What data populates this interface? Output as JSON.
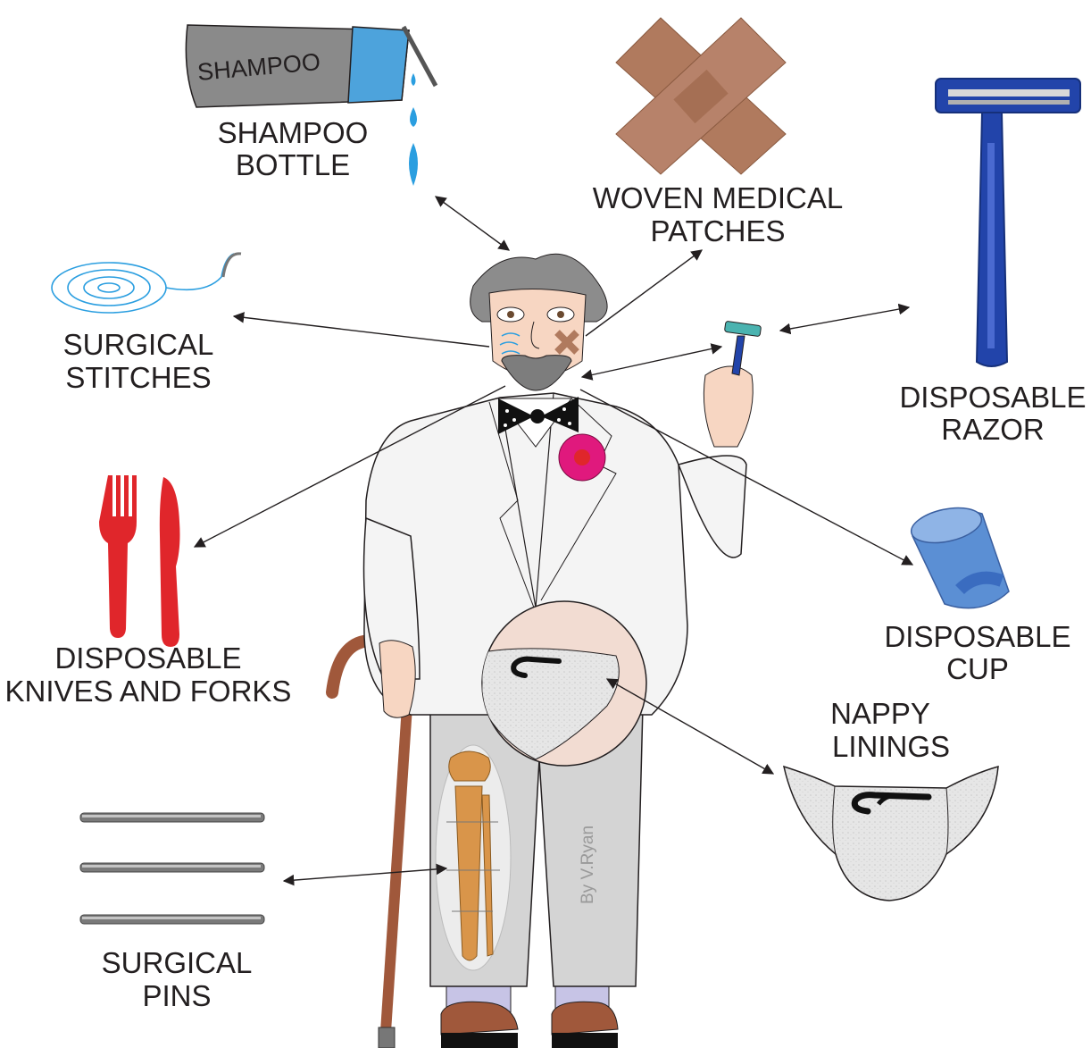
{
  "labels": {
    "shampoo": [
      "SHAMPOO",
      "BOTTLE"
    ],
    "patches": [
      "WOVEN MEDICAL",
      "PATCHES"
    ],
    "razor": [
      "DISPOSABLE",
      "RAZOR"
    ],
    "stitches": [
      "SURGICAL",
      "STITCHES"
    ],
    "cutlery": [
      "DISPOSABLE",
      "KNIVES AND FORKS"
    ],
    "cup": [
      "DISPOSABLE",
      "CUP"
    ],
    "nappy": [
      "NAPPY",
      "LININGS"
    ],
    "pins": [
      "SURGICAL",
      "PINS"
    ]
  },
  "bottle_text": "SHAMPOO",
  "signature": "By V.Ryan",
  "colors": {
    "outline": "#231f20",
    "hair_grey": "#8c8c8c",
    "shampoo_blue": "#4da3dc",
    "patch_brown": "#b07a5e",
    "razor_blue": "#2244aa",
    "cutlery_red": "#e0262b",
    "cup_blue": "#5b8fd4",
    "cane_brown": "#a0583b",
    "flower_pink": "#e0197d",
    "bone_orange": "#d9954a",
    "trouser_grey": "#d4d4d4",
    "skin": "#f7d6c2"
  }
}
